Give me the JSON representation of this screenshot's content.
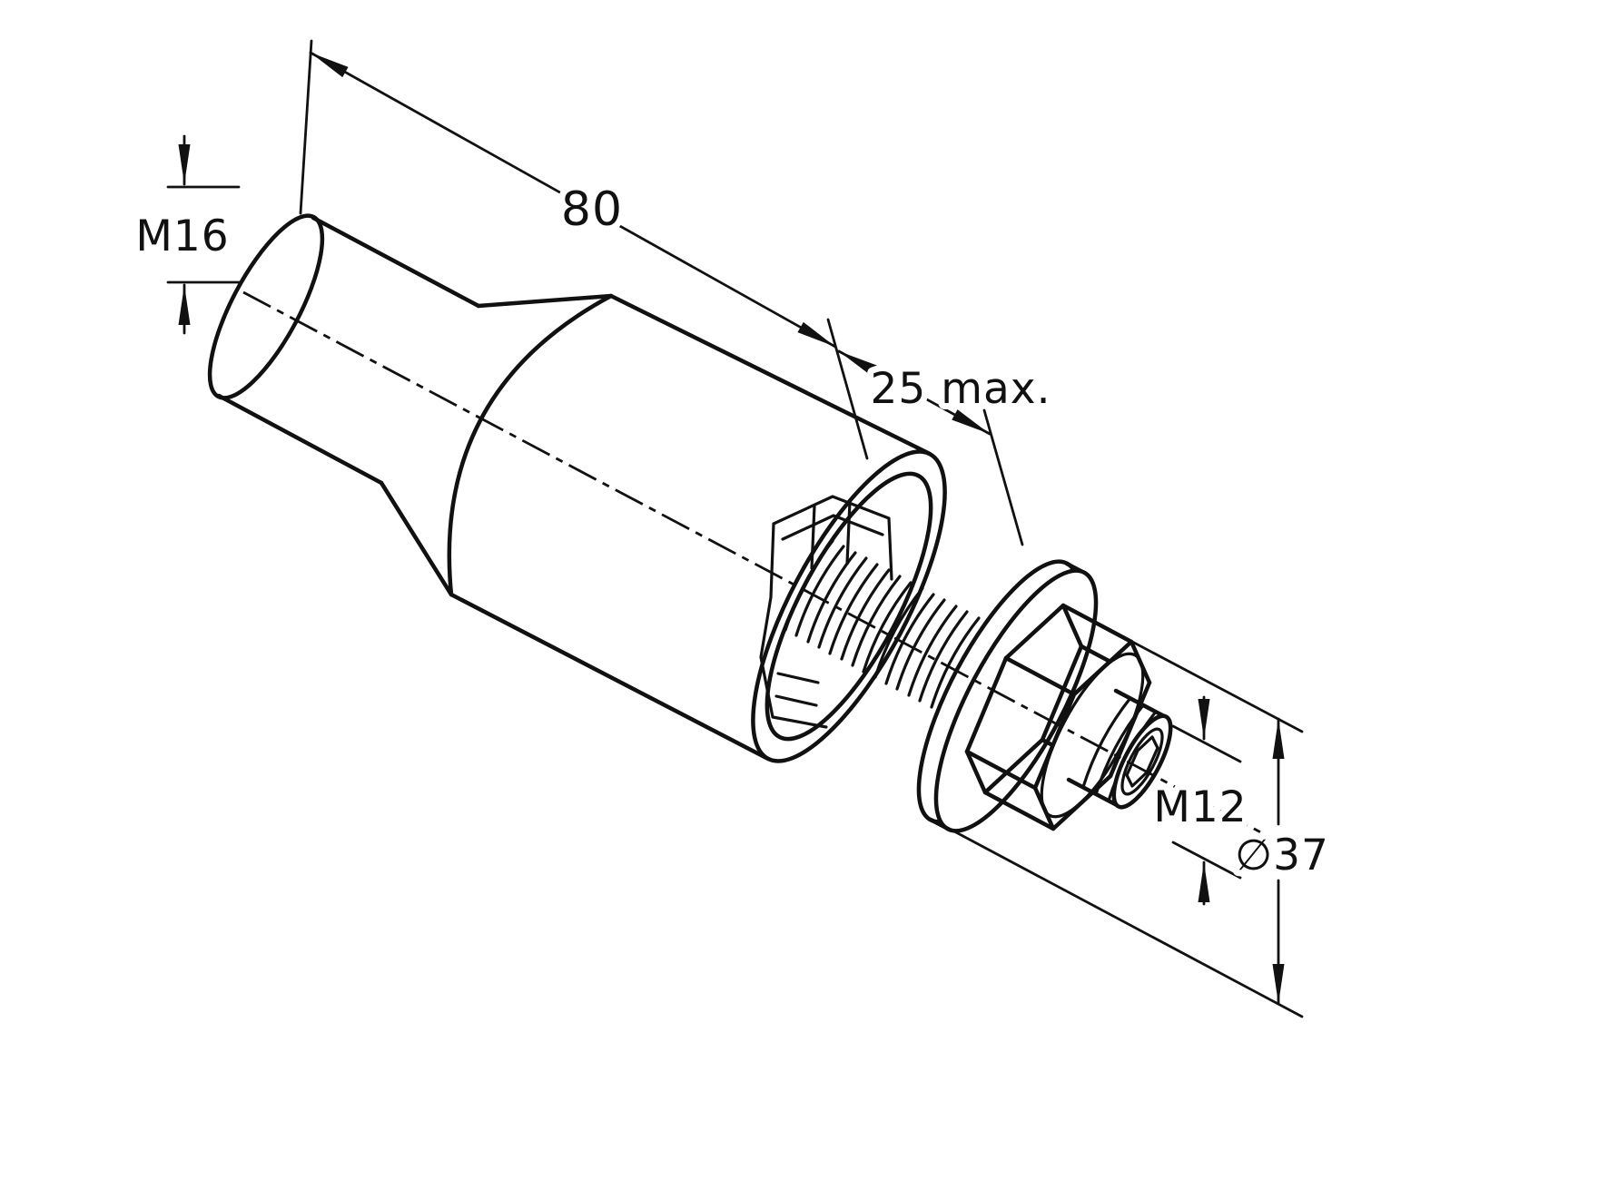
{
  "canvas": {
    "background": "#ffffff",
    "line_color": "#111111",
    "description": "Isometric line drawing of an expansion anchor fastener with M16 spigot, internal expander, M12 stud, washer and hex nut"
  },
  "labels": {
    "overall_length": "80",
    "max_projection": "25 max.",
    "thread_left": "M16",
    "thread_right": "M12",
    "washer_diameter": "∅37"
  }
}
